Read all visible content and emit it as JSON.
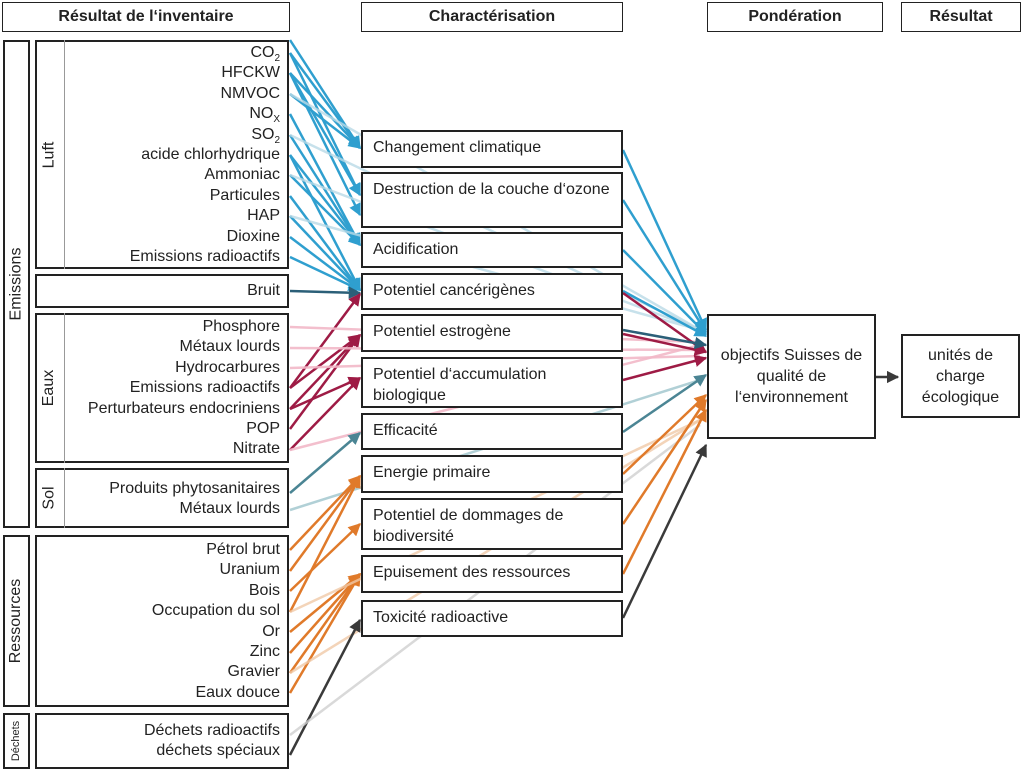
{
  "headers": {
    "inventory": "Résultat de l‘inventaire",
    "characterisation": "Charactérisation",
    "weighting": "Pondération",
    "result": "Résultat"
  },
  "groups": {
    "emissions": "Emissions",
    "luft": "Luft",
    "eaux": "Eaux",
    "sol": "Sol",
    "ressources": "Ressources",
    "dechets": "Déchets"
  },
  "luft_items": [
    "CO",
    "HFCKW",
    "NMVOC",
    "NO",
    "SO",
    "acide chlorhydrique",
    "Ammoniac",
    "Particules",
    "HAP",
    "Dioxine",
    "Emissions radioactifs"
  ],
  "luft_subscripts": {
    "co2": "2",
    "nox": "X",
    "so2": "2"
  },
  "bruit": "Bruit",
  "eaux_items": [
    "Phosphore",
    "Métaux lourds",
    "Hydrocarbures",
    "Emissions radioactifs",
    "Perturbateurs endocriniens",
    "POP",
    "Nitrate"
  ],
  "sol_items": [
    "Produits phytosanitaires",
    "Métaux lourds"
  ],
  "ressources_items": [
    "Pétrol brut",
    "Uranium",
    "Bois",
    "Occupation du sol",
    "Or",
    "Zinc",
    "Gravier",
    "Eaux douce"
  ],
  "dechets_items": [
    "Déchets radioactifs",
    "déchets spéciaux"
  ],
  "categories": {
    "climate": "Changement climatique",
    "ozone": "Destruction de la couche d‘ozone",
    "acid": "Acidification",
    "cancer": "Potentiel cancérigènes",
    "estrogen": "Potentiel estrogène",
    "bioacc": "Potentiel d‘accumulation biologique",
    "efficacite": "Efficacité",
    "energie": "Energie primaire",
    "biodiv": "Potentiel de dommages de biodiversité",
    "epuisement": "Epuisement des ressources",
    "toxicite": "Toxicité radioactive"
  },
  "weighting_box": "objectifs Suisses de qualité de l‘environnement",
  "result_box": "unités de charge écologique",
  "colors": {
    "air": "#2f9fcf",
    "water": "#9e1b45",
    "water_light": "#f2b8c8",
    "soil": "#4b8594",
    "resource": "#e07a2a",
    "waste": "#3a3a3a",
    "noise": "#2b5f78"
  }
}
